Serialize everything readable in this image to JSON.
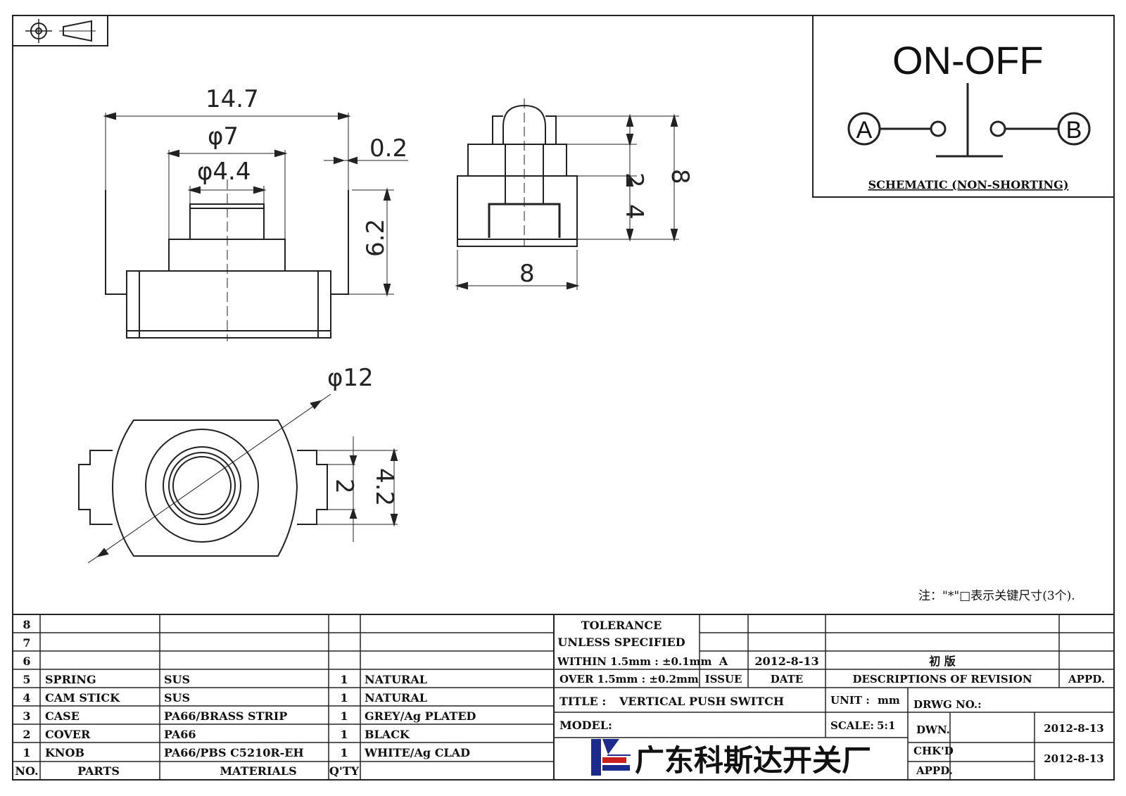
{
  "dims": {
    "width_total": "14.7",
    "phi7": "φ7",
    "phi44": "φ4.4",
    "gap": "0.2",
    "h62": "6.2",
    "side_2": "2",
    "side_8_h": "8",
    "side_4": "4",
    "side_8_w": "8",
    "phi12": "φ12",
    "bot_2": "2",
    "bot_42": "4.2"
  },
  "schematic": {
    "title": "ON-OFF",
    "node_a": "A",
    "node_b": "B",
    "caption": "SCHEMATIC (NON-SHORTING)"
  },
  "note": "注：\"*\"□表示关键尺寸(3个).",
  "parts": [
    {
      "no": "8",
      "part": "",
      "material": "",
      "qty": "",
      "remark": ""
    },
    {
      "no": "7",
      "part": "",
      "material": "",
      "qty": "",
      "remark": ""
    },
    {
      "no": "6",
      "part": "",
      "material": "",
      "qty": "",
      "remark": ""
    },
    {
      "no": "5",
      "part": "SPRING",
      "material": "SUS",
      "qty": "1",
      "remark": "NATURAL"
    },
    {
      "no": "4",
      "part": "CAM STICK",
      "material": "SUS",
      "qty": "1",
      "remark": "NATURAL"
    },
    {
      "no": "3",
      "part": "CASE",
      "material": "PA66/BRASS STRIP",
      "qty": "1",
      "remark": "GREY/Ag PLATED"
    },
    {
      "no": "2",
      "part": "COVER",
      "material": "PA66",
      "qty": "1",
      "remark": "BLACK"
    },
    {
      "no": "1",
      "part": "KNOB",
      "material": "PA66/PBS C5210R-EH",
      "qty": "1",
      "remark": "WHITE/Ag CLAD"
    }
  ],
  "parts_header": {
    "no": "NO.",
    "part": "PARTS",
    "material": "MATERIALS",
    "qty": "Q'TY"
  },
  "tolerance": {
    "line1": "TOLERANCE",
    "line2": "UNLESS  SPECIFIED",
    "line3": "WITHIN 1.5mm : ±0.1mm",
    "line4": "OVER 1.5mm : ±0.2mm"
  },
  "revision": {
    "issue": "A",
    "date": "2012-8-13",
    "desc": "初  版",
    "h_issue": "ISSUE",
    "h_date": "DATE",
    "h_desc": "DESCRIPTIONS OF REVISION",
    "h_appd": "APPD."
  },
  "title_block": {
    "title_label": "TITLE :",
    "title": "VERTICAL PUSH SWITCH",
    "unit_label": "UNIT :",
    "unit": "mm",
    "drwg_label": "DRWG NO.:",
    "model_label": "MODEL:",
    "scale_label": "SCALE:",
    "scale": "5:1",
    "dwn_label": "DWN.",
    "dwn_date": "2012-8-13",
    "chk_label": "CHK'D",
    "chk_date": "2012-8-13",
    "appd_label": "APPD.",
    "company": "广东科斯达开关厂"
  },
  "colors": {
    "logo_blue": "#1a2b8c",
    "logo_red": "#c8201e",
    "line": "#222222"
  }
}
